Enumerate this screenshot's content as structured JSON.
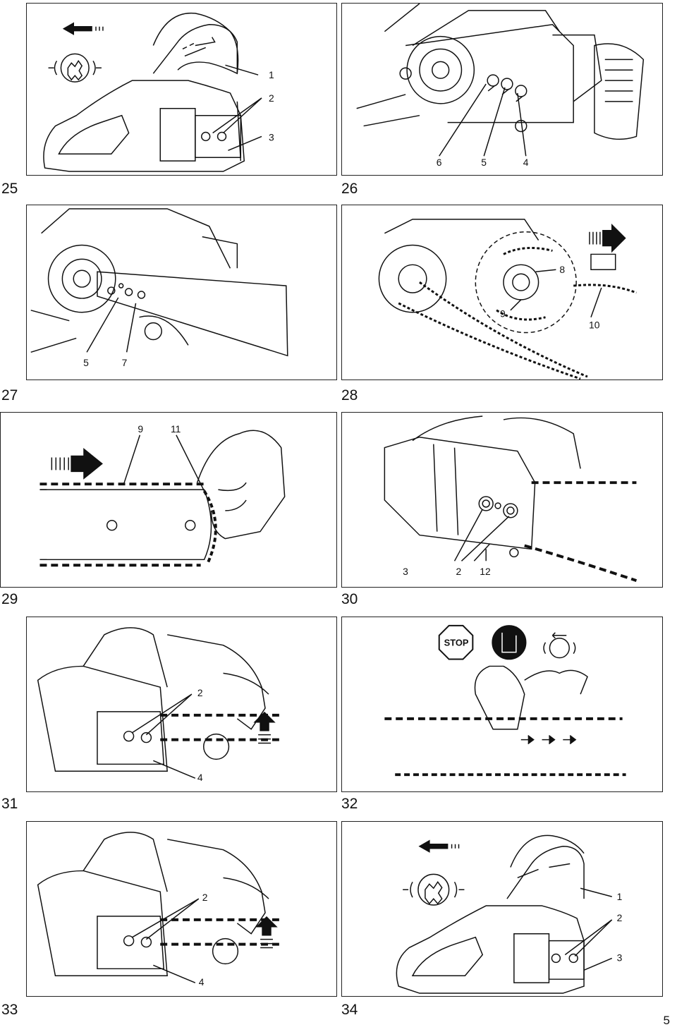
{
  "figures": [
    {
      "number": "25",
      "callouts": [
        "1",
        "2",
        "3"
      ]
    },
    {
      "number": "26",
      "callouts": [
        "6",
        "5",
        "4"
      ]
    },
    {
      "number": "27",
      "callouts": [
        "5",
        "7"
      ]
    },
    {
      "number": "28",
      "callouts": [
        "8",
        "9",
        "10"
      ]
    },
    {
      "number": "29",
      "callouts": [
        "9",
        "11"
      ]
    },
    {
      "number": "30",
      "callouts": [
        "3",
        "2",
        "12"
      ]
    },
    {
      "number": "31",
      "callouts": [
        "2",
        "4"
      ]
    },
    {
      "number": "32",
      "stop_sign": "STOP"
    },
    {
      "number": "33",
      "callouts": [
        "2",
        "4"
      ]
    },
    {
      "number": "34",
      "callouts": [
        "1",
        "2",
        "3"
      ]
    }
  ],
  "page_number": "5"
}
